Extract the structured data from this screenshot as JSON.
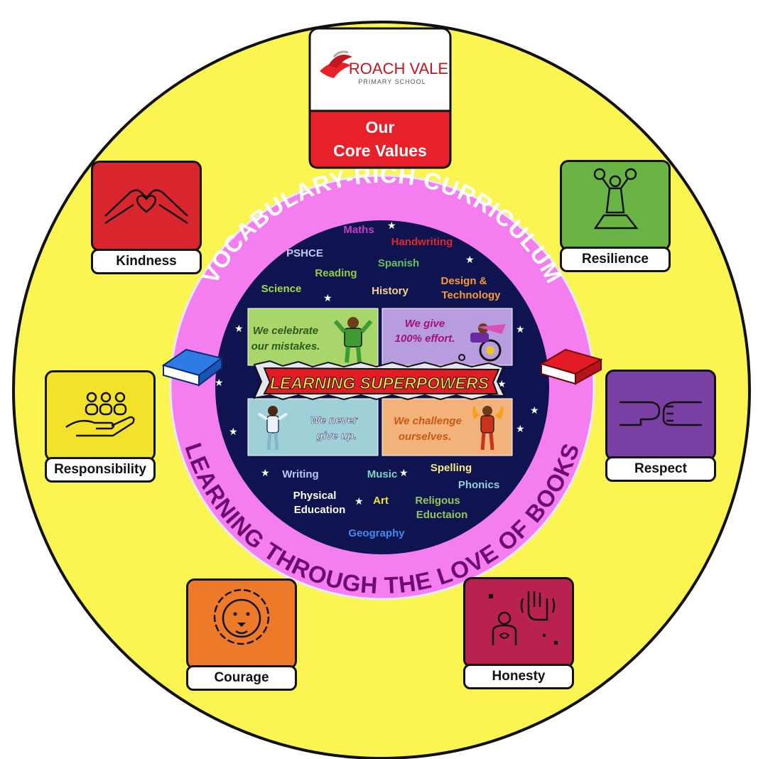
{
  "header": {
    "school_name": "ROACH VALE",
    "school_subtitle": "PRIMARY SCHOOL",
    "title_line1": "Our",
    "title_line2": "Core Values"
  },
  "ring": {
    "top_text": "VOCABULARY-RICH CURRICULUM",
    "bottom_text": "LEARNING THROUGH THE LOVE OF BOOKS"
  },
  "values": [
    {
      "label": "Kindness",
      "color": "#d9262e",
      "icon": "heart-hands-icon"
    },
    {
      "label": "Resilience",
      "color": "#6ab445",
      "icon": "mountain-hero-icon"
    },
    {
      "label": "Responsibility",
      "color": "#f2e22a",
      "icon": "hand-people-icon"
    },
    {
      "label": "Respect",
      "color": "#7a3fa3",
      "icon": "fist-bump-icon"
    },
    {
      "label": "Courage",
      "color": "#ec7a29",
      "icon": "lion-icon"
    },
    {
      "label": "Honesty",
      "color": "#b9224f",
      "icon": "raised-hand-icon"
    }
  ],
  "subjects_top": [
    {
      "label": "Maths",
      "color": "#c33ec6"
    },
    {
      "label": "Handwriting",
      "color": "#e3262b"
    },
    {
      "label": "PSHCE",
      "color": "#c8c8f0"
    },
    {
      "label": "Spanish",
      "color": "#5fc35f"
    },
    {
      "label": "Reading",
      "color": "#8ed13d"
    },
    {
      "label": "Science",
      "color": "#9fdc4a"
    },
    {
      "label": "History",
      "color": "#f5d49a"
    },
    {
      "label": "Design &",
      "color": "#f39a3a"
    },
    {
      "label": "Technology",
      "color": "#f39a3a"
    }
  ],
  "subjects_bottom": [
    {
      "label": "Writing",
      "color": "#b7c9ef"
    },
    {
      "label": "Music",
      "color": "#7fd4c4"
    },
    {
      "label": "Spelling",
      "color": "#f7e97d"
    },
    {
      "label": "Phonics",
      "color": "#8fd1dc"
    },
    {
      "label": "Physical",
      "color": "#ffffff"
    },
    {
      "label": "Education",
      "color": "#ffffff"
    },
    {
      "label": "Art",
      "color": "#f1e51e"
    },
    {
      "label": "Religous",
      "color": "#8fc85a"
    },
    {
      "label": "Eductaion",
      "color": "#8fc85a"
    },
    {
      "label": "Geography",
      "color": "#3a8ef0"
    }
  ],
  "superpowers": {
    "banner": "LEARNING SUPERPOWERS",
    "panels": [
      {
        "line1": "We celebrate",
        "line2": "our mistakes.",
        "bg": "#a8d66a"
      },
      {
        "line1": "We give",
        "line2": "100% effort.",
        "bg": "#b79de0"
      },
      {
        "line1": "We never",
        "line2": "give up.",
        "bg": "#9fd0d8"
      },
      {
        "line1": "We challenge",
        "line2": "ourselves.",
        "bg": "#f3b27a"
      }
    ]
  },
  "colors": {
    "outer_circle": "#fbf552",
    "ring": "#f47ef0",
    "inner": "#0f134f",
    "header_red": "#e8202a"
  }
}
